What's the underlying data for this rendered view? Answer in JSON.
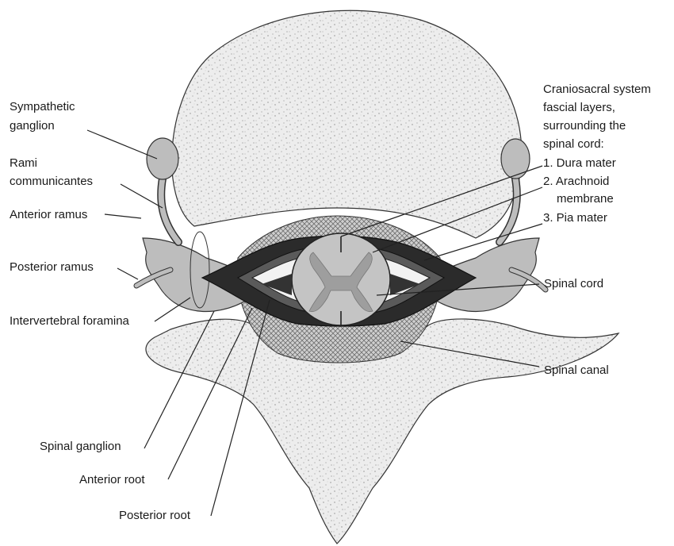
{
  "labels": {
    "sympathetic_ganglion": [
      "Sympathetic",
      "ganglion"
    ],
    "rami_communicantes": [
      "Rami",
      "communicantes"
    ],
    "anterior_ramus": "Anterior ramus",
    "posterior_ramus": "Posterior ramus",
    "intervertebral_foramina": "Intervertebral foramina",
    "spinal_ganglion": "Spinal ganglion",
    "anterior_root": "Anterior root",
    "posterior_root": "Posterior root",
    "spinal_cord": "Spinal cord",
    "spinal_canal": "Spinal canal",
    "fascial_heading": [
      "Craniosacral system",
      "fascial layers,",
      "surrounding the",
      "spinal cord:"
    ],
    "layer_1": "1. Dura mater",
    "layer_2": [
      "2. Arachnoid",
      "membrane"
    ],
    "layer_3": "3. Pia mater"
  },
  "colors": {
    "bone": "#e6e6e6",
    "nerve": "#bdbdbd",
    "cord": "#c4c4c4",
    "grey_matter": "#9e9e9e",
    "dark_layer": "#222222",
    "canal_hatch": "#8a8a8a"
  }
}
